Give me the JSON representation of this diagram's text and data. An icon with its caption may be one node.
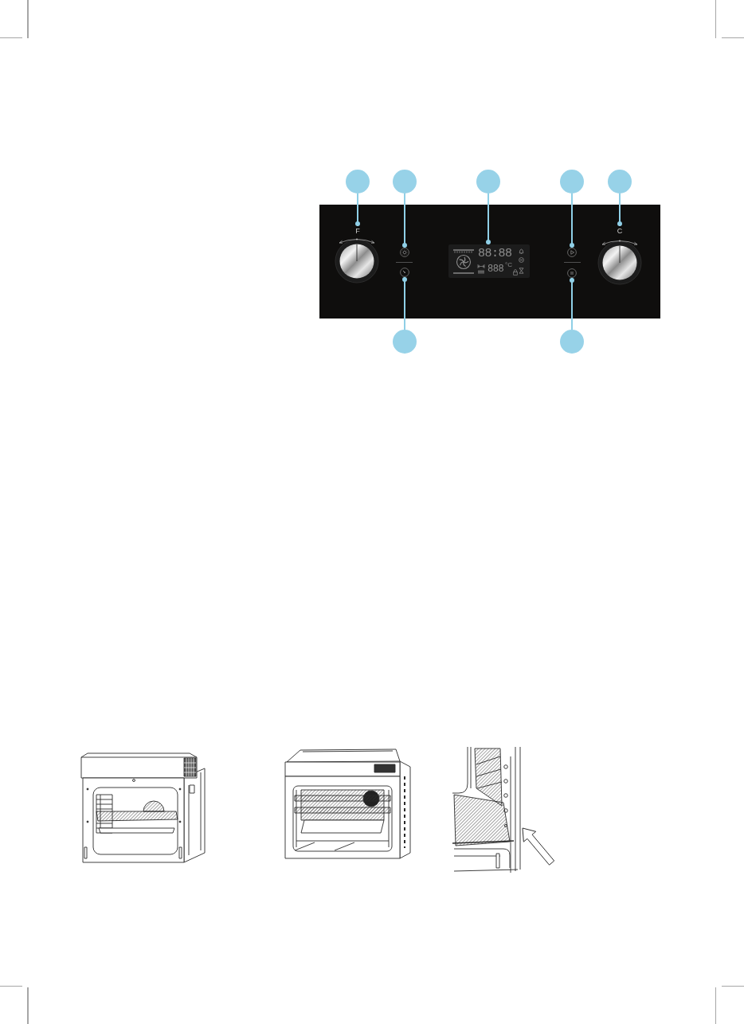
{
  "diagram": {
    "nodes": [
      {
        "text": [],
        "shape": "circle"
      },
      {
        "text": [],
        "shape": "circle"
      },
      {
        "text": [],
        "shape": "circle"
      },
      {
        "text": [],
        "shape": "circle"
      },
      {
        "text": [],
        "shape": "circle"
      },
      {
        "text": [],
        "shape": "box"
      },
      {
        "text": [
          "F"
        ],
        "in": 5
      },
      {
        "text": [],
        "shape": "circle",
        "in": 5
      },
      {
        "text": [
          "88:88",
          "888",
          "°C"
        ],
        "in": 5
      },
      {
        "text": [],
        "shape": "circle",
        "in": 5
      },
      {
        "text": [
          "C"
        ],
        "in": 5
      },
      {
        "text": [],
        "shape": "circle",
        "in": 5
      },
      {
        "text": [],
        "shape": "circle",
        "in": 5
      },
      {
        "text": [],
        "shape": "circle"
      },
      {
        "text": [],
        "shape": "circle"
      }
    ],
    "edges": [
      {
        "from": 0,
        "to": 6,
        "arrow": "other"
      },
      {
        "from": 1,
        "to": 7,
        "arrow": "other"
      },
      {
        "from": 2,
        "to": 8,
        "arrow": "other"
      },
      {
        "from": 3,
        "to": 9,
        "arrow": "other"
      },
      {
        "from": 4,
        "to": 10,
        "arrow": "other"
      },
      {
        "from": 13,
        "to": 11,
        "arrow": "other"
      },
      {
        "from": 14,
        "to": 12,
        "arrow": "other"
      }
    ]
  }
}
